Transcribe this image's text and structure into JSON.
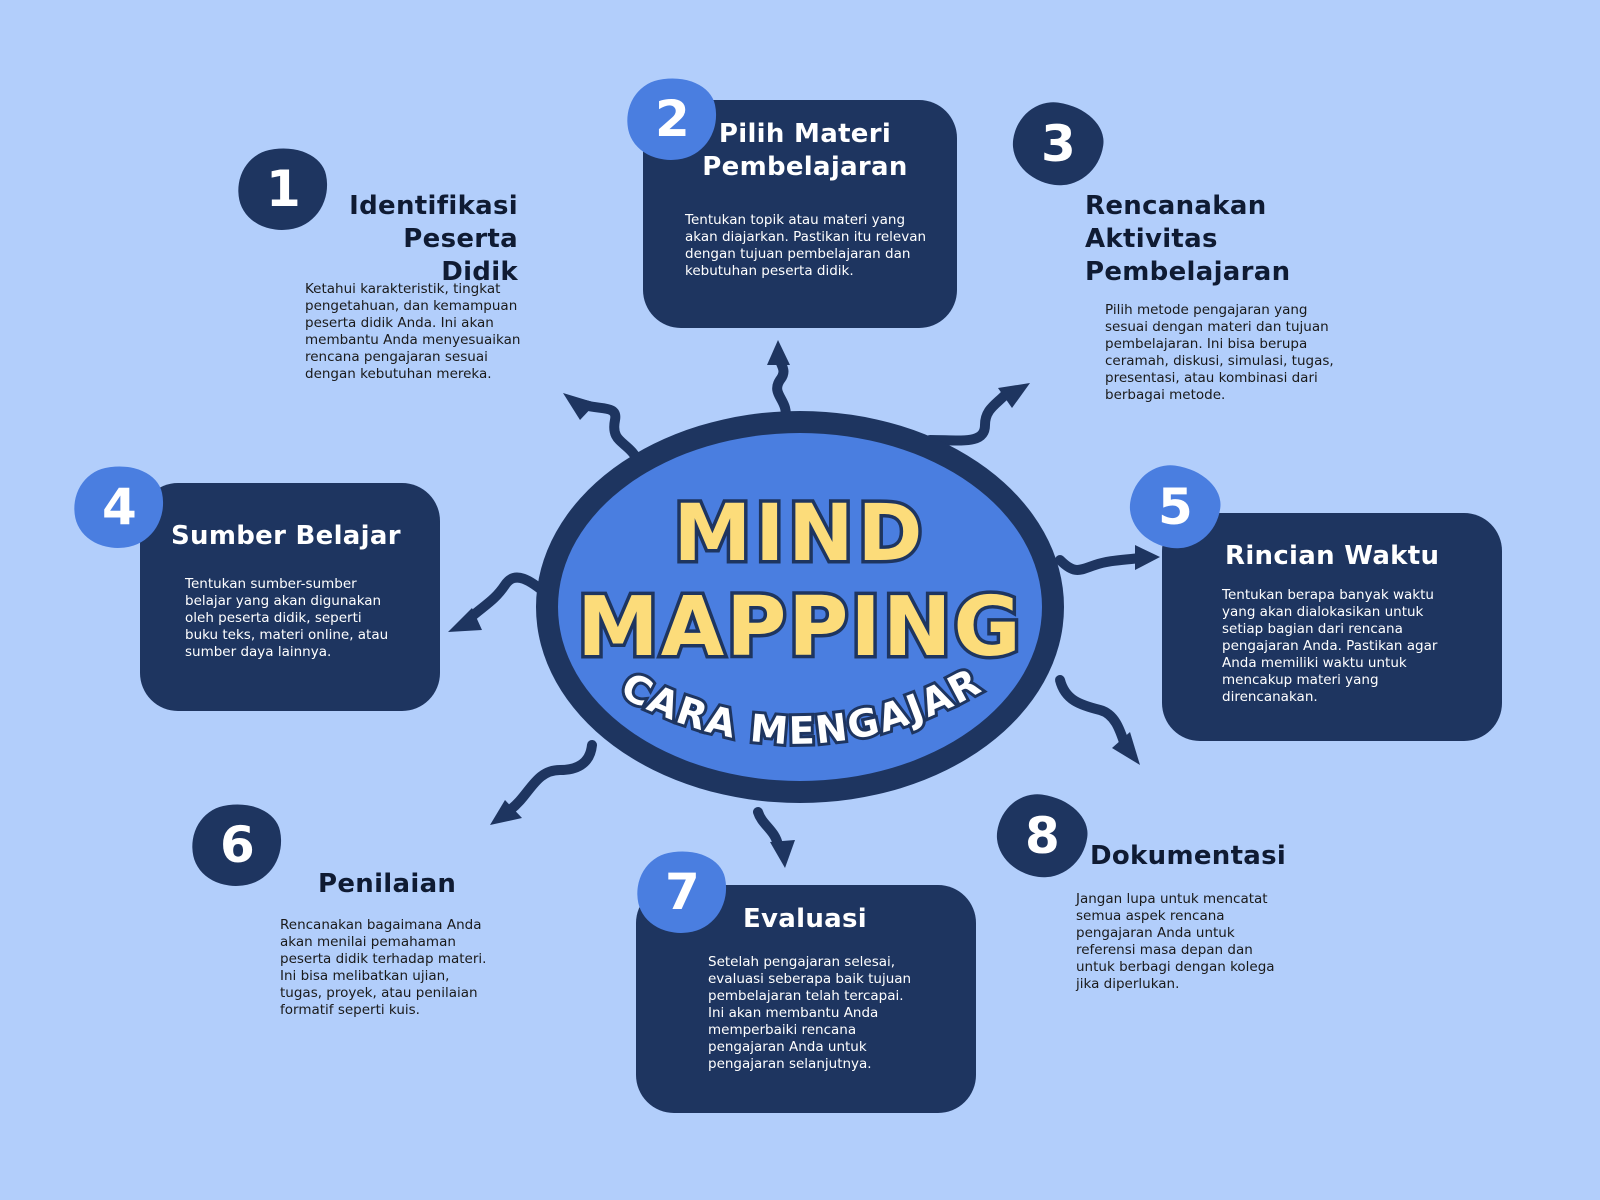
{
  "center": {
    "line1": "MIND",
    "line2": "MAPPING",
    "subtitle": "CARA MENGAJAR"
  },
  "colors": {
    "background": "#b2cefb",
    "dark_navy": "#1e3560",
    "blue": "#4a7ee0",
    "yellow": "#fcdc7a"
  },
  "nodes": [
    {
      "number": "1",
      "title": "Identifikasi\nPeserta Didik",
      "description": "Ketahui karakteristik, tingkat\npengetahuan, dan kemampuan\npeserta didik Anda. Ini akan\nmembantu Anda menyesuaikan\nrencana pengajaran sesuai\ndengan kebutuhan mereka."
    },
    {
      "number": "2",
      "title": "Pilih Materi\nPembelajaran",
      "description": "Tentukan topik atau materi yang\nakan diajarkan. Pastikan itu relevan\ndengan tujuan pembelajaran dan\nkebutuhan peserta didik."
    },
    {
      "number": "3",
      "title": "Rencanakan\nAktivitas\nPembelajaran",
      "description": "Pilih metode pengajaran yang\nsesuai dengan materi dan tujuan\npembelajaran. Ini bisa berupa\nceramah, diskusi, simulasi, tugas,\npresentasi, atau kombinasi dari\nberbagai metode."
    },
    {
      "number": "4",
      "title": "Sumber Belajar",
      "description": "Tentukan sumber-sumber\nbelajar yang akan digunakan\noleh peserta didik, seperti\nbuku teks, materi online, atau\nsumber daya lainnya."
    },
    {
      "number": "5",
      "title": "Rincian Waktu",
      "description": "Tentukan berapa banyak waktu\nyang akan dialokasikan untuk\nsetiap bagian dari rencana\npengajaran Anda. Pastikan agar\nAnda memiliki waktu untuk\nmencakup materi yang\ndirencanakan."
    },
    {
      "number": "6",
      "title": "Penilaian",
      "description": "Rencanakan bagaimana Anda\nakan menilai pemahaman\npeserta didik terhadap materi.\nIni bisa melibatkan ujian,\ntugas, proyek, atau penilaian\nformatif seperti kuis."
    },
    {
      "number": "7",
      "title": "Evaluasi",
      "description": "Setelah pengajaran selesai,\nevaluasi seberapa baik tujuan\npembelajaran telah tercapai.\nIni akan membantu Anda\nmemperbaiki rencana\npengajaran Anda untuk\npengajaran selanjutnya."
    },
    {
      "number": "8",
      "title": "Dokumentasi",
      "description": "Jangan lupa untuk mencatat\nsemua aspek rencana\npengajaran Anda untuk\nreferensi masa depan dan\nuntuk berbagi dengan kolega\njika diperlukan."
    }
  ]
}
